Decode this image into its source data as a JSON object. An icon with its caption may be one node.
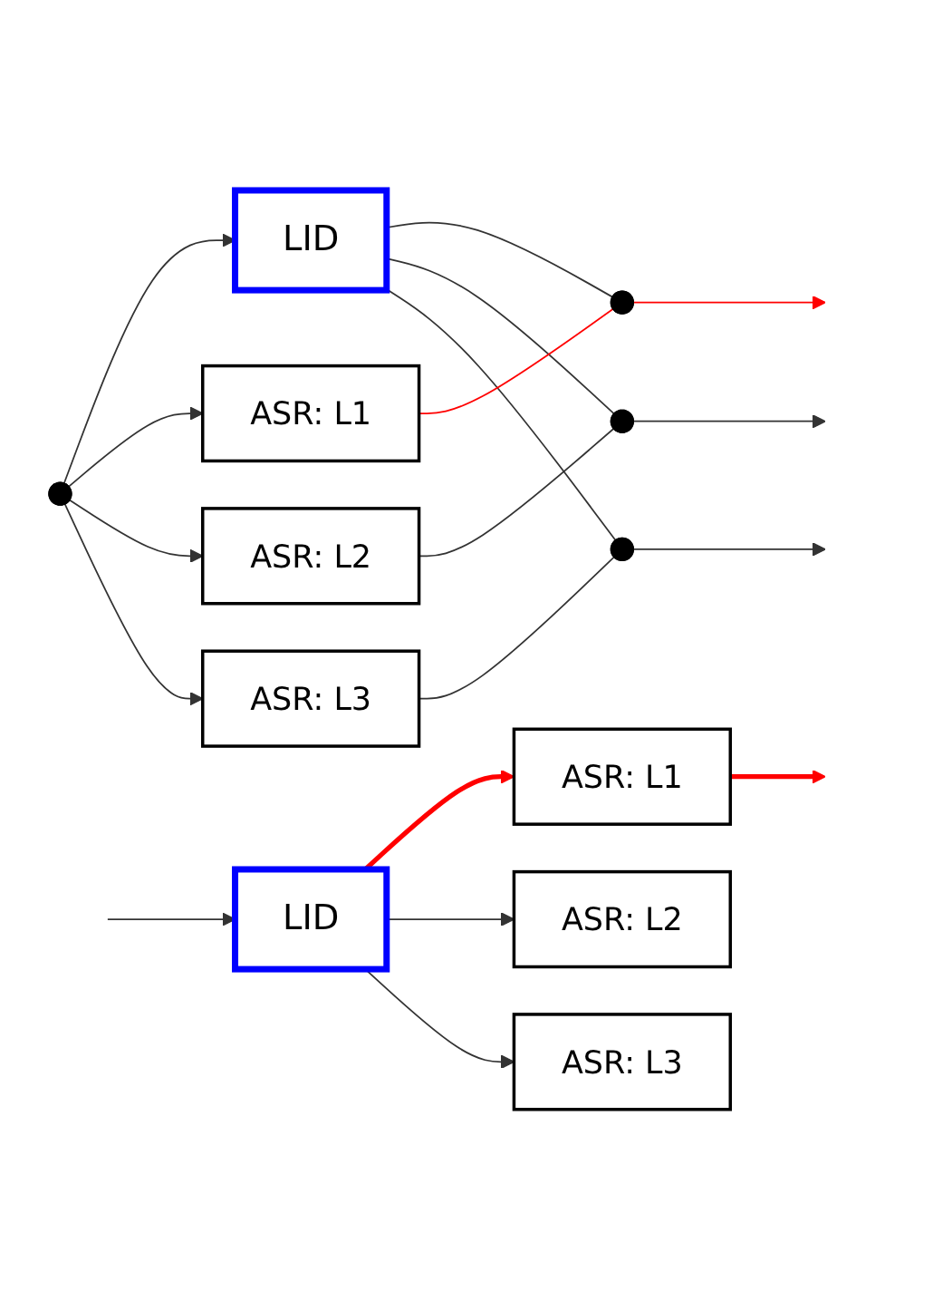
{
  "diagram": {
    "nodes": [
      {
        "text": [
          "LID"
        ]
      },
      {
        "text": [
          "ASR: L1"
        ]
      },
      {
        "text": [
          "ASR: L2"
        ]
      },
      {
        "text": [
          "ASR: L3"
        ]
      },
      {
        "text": [
          "LID"
        ]
      },
      {
        "text": [
          "ASR: L1"
        ]
      },
      {
        "text": [
          "ASR: L2"
        ]
      },
      {
        "text": [
          "ASR: L3"
        ]
      },
      {
        "text": [],
        "shape": "circle"
      },
      {
        "text": [],
        "shape": "circle"
      },
      {
        "text": [],
        "shape": "circle"
      },
      {
        "text": [],
        "shape": "circle"
      }
    ],
    "edges": [
      {
        "from": null,
        "to": 0,
        "arrow": "to"
      },
      {
        "from": 0,
        "to": 1,
        "arrow": "to",
        "style": "thick",
        "color": "#ff0000"
      },
      {
        "from": 0,
        "to": 2,
        "arrow": "to"
      },
      {
        "from": 0,
        "to": 3,
        "arrow": "to"
      },
      {
        "from": 1,
        "to": null,
        "arrow": "to",
        "style": "thick",
        "color": "#ff0000"
      },
      {
        "from": 8,
        "to": 4,
        "arrow": "to"
      },
      {
        "from": 8,
        "to": 5,
        "arrow": "to"
      },
      {
        "from": 8,
        "to": 6,
        "arrow": "to"
      },
      {
        "from": 8,
        "to": 7,
        "arrow": "to"
      },
      {
        "from": 4,
        "to": 9,
        "arrow": "none"
      },
      {
        "from": 4,
        "to": 10,
        "arrow": "none"
      },
      {
        "from": 4,
        "to": 11,
        "arrow": "none"
      },
      {
        "from": 5,
        "to": 9,
        "arrow": "none",
        "color": "#ff0000"
      },
      {
        "from": 9,
        "to": null,
        "arrow": "to",
        "color": "#ff0000"
      },
      {
        "from": 6,
        "to": 10,
        "arrow": "none"
      },
      {
        "from": 10,
        "to": null,
        "arrow": "to"
      },
      {
        "from": 7,
        "to": 11,
        "arrow": "none"
      },
      {
        "from": 11,
        "to": null,
        "arrow": "to"
      }
    ]
  }
}
